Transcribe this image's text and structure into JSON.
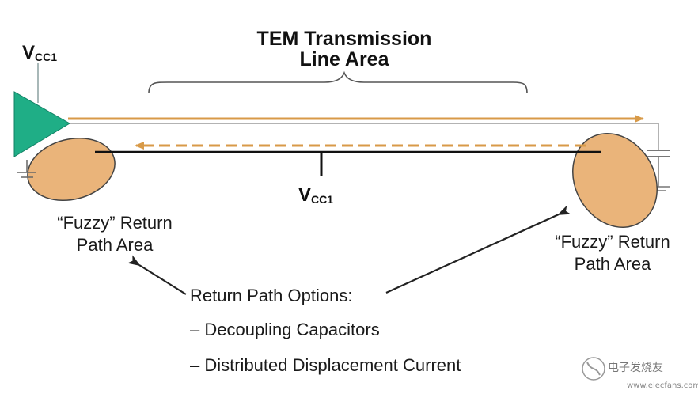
{
  "title": {
    "line1": "TEM Transmission",
    "line2": "Line Area"
  },
  "vcc_left": {
    "main": "V",
    "sub": "CC1"
  },
  "vcc_center": {
    "main": "V",
    "sub": "CC1"
  },
  "fuzzy_left": {
    "line1": "“Fuzzy” Return",
    "line2": "Path Area"
  },
  "fuzzy_right": {
    "line1": "“Fuzzy” Return",
    "line2": "Path Area"
  },
  "options": {
    "heading": "Return Path Options:",
    "items": [
      "– Decoupling Capacitors",
      "– Distributed Displacement Current"
    ]
  },
  "watermark": {
    "text": "电子发烧友",
    "url": "www.elecfans.com"
  },
  "colors": {
    "driver_triangle": "#1fae86",
    "signal_arrow": "#d89a48",
    "fuzzy_area_fill": "#eab47a",
    "fuzzy_area_stroke": "#444444",
    "line_wire": "#9a9a9a",
    "black_wire": "#111111"
  }
}
